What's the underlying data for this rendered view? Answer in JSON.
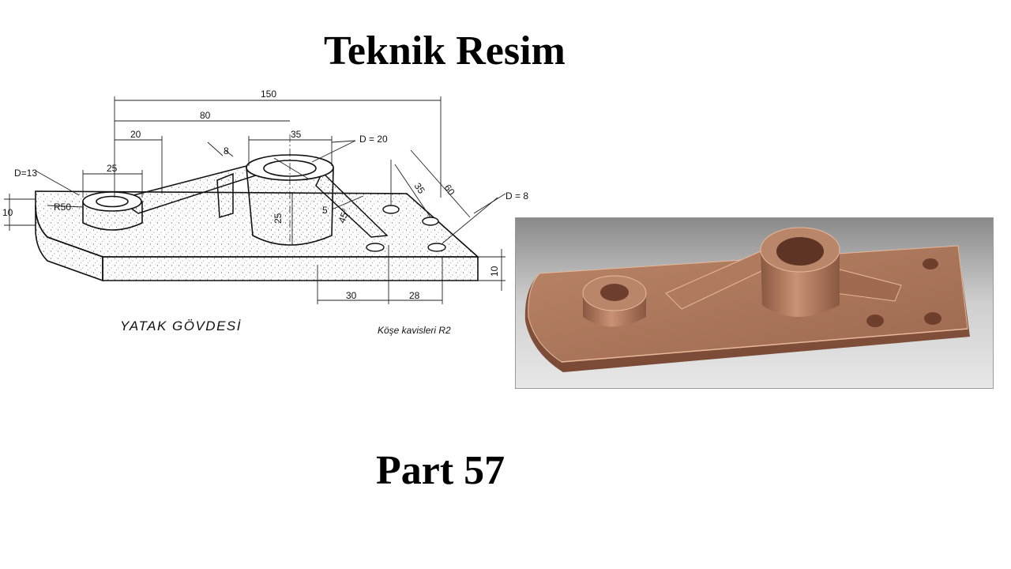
{
  "header": {
    "title": "Teknik Resim"
  },
  "footer": {
    "part_label": "Part 57"
  },
  "drawing": {
    "caption": "YATAK  GÖVDESİ",
    "note": "Köşe kavisleri R2",
    "dims": {
      "d150": "150",
      "d80": "80",
      "d20": "20",
      "d25w": "25",
      "d35": "35",
      "d8": "8",
      "dD13": "D=13",
      "dD20": "D = 20",
      "dD8": "D = 8",
      "dR50": "R50",
      "d10l": "10",
      "d25h": "25",
      "d5": "5",
      "d45": "45°",
      "d35s": "35",
      "d60": "60",
      "d10r": "10",
      "d30": "30",
      "d28": "28"
    }
  },
  "render": {
    "colors": {
      "body": "#a8735a",
      "edge": "#e8b89a",
      "background": "#dcdcdc"
    }
  }
}
